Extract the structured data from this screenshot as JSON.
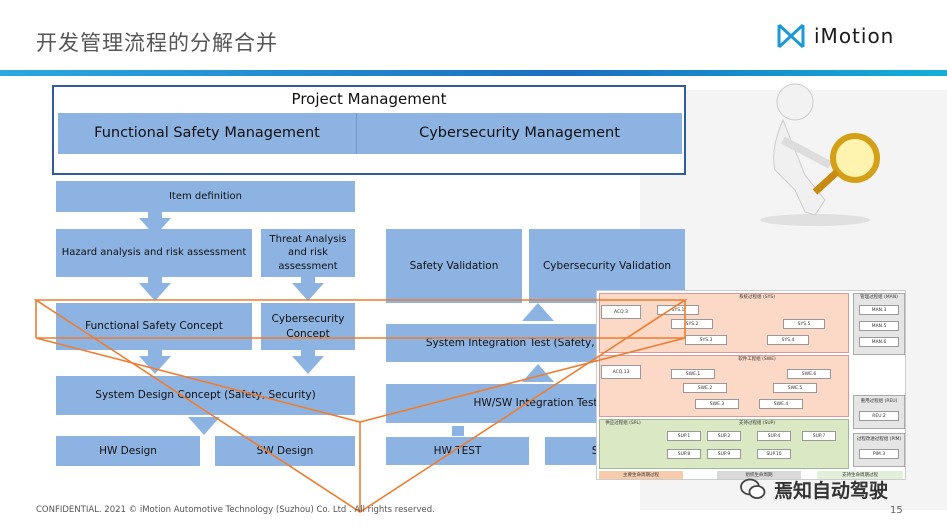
{
  "title": "开发管理流程的分解合并",
  "logo": {
    "text": "iMotion",
    "icon": "imotion-logo-icon"
  },
  "project_management": {
    "title": "Project Management",
    "functional_safety": "Functional Safety Management",
    "cybersecurity": "Cybersecurity Management"
  },
  "flow": {
    "item_definition": "Item definition",
    "hara": "Hazard analysis and risk assessment",
    "tara": "Threat Analysis and risk assessment",
    "fsc": "Functional Safety Concept",
    "csc": "Cybersecurity Concept",
    "system_design": "System Design Concept (Safety, Security)",
    "hw_design": "HW Design",
    "sw_design": "SW Design",
    "safety_validation": "Safety Validation",
    "cyber_validation": "Cybersecurity Validation",
    "sit": "System Integration Test (Safety, Security)",
    "hwsw_it": "HW/SW Integration Test",
    "hw_test": "HW TEST",
    "sw_test": "SW TEST"
  },
  "aspice": {
    "sys_header": "系统过程组 (SYS)",
    "swe_header": "软件工程组 (SWE)",
    "sup_header": "支持过程组 (SUP)",
    "man_header": "管理过程组 (MAN)",
    "reu_header": "重用过程组 (REU)",
    "pim_header": "过程改进过程组 (PIM)",
    "acq3": "ACQ.3",
    "acq13": "ACQ.13",
    "spl": "供应过程组 (SPL)",
    "sys": [
      "SYS.1",
      "SYS.2",
      "SYS.3",
      "SYS.4",
      "SYS.5"
    ],
    "swe": [
      "SWE.1",
      "SWE.2",
      "SWE.3",
      "SWE.4",
      "SWE.5",
      "SWE.6"
    ],
    "sup": [
      "SUP.1",
      "SUP.2",
      "SUP.4",
      "SUP.7",
      "SUP.8",
      "SUP.9",
      "SUP.10"
    ],
    "man": [
      "MAN.3",
      "MAN.5",
      "MAN.6"
    ],
    "reu": "REU.2",
    "pim": "PIM.3",
    "bottom": [
      "主要生命周期过程",
      "组织生命周期",
      "支持生命周期过程"
    ]
  },
  "watermark": "焉知自动驾驶",
  "footer": "CONFIDENTIAL. 2021 © iMotion Automotive Technology (Suzhou) Co. Ltd . All rights reserved.",
  "page_number": "15",
  "colors": {
    "blue_box": "#8db3e2",
    "orange_line": "#ed7d31",
    "border": "#2f5d99",
    "accent": "#2aa8e0"
  }
}
